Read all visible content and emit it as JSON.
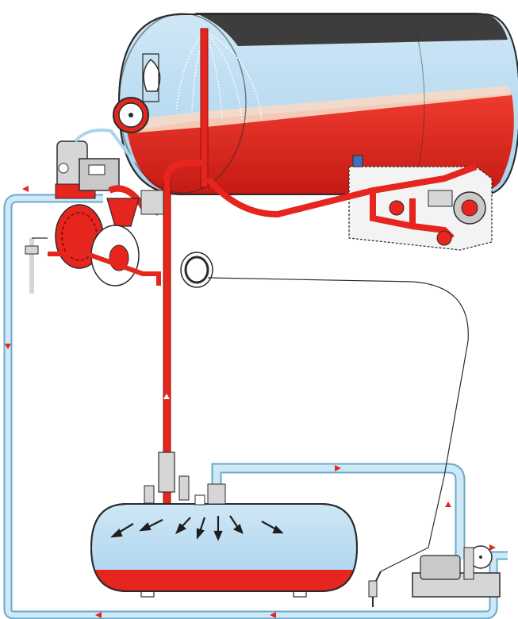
{
  "diagram": {
    "labels": [],
    "colors": {
      "liquid": "#e5251e",
      "liquid_dark": "#b81812",
      "tank_fill": "#bfe0f3",
      "tank_light": "#dbeefa",
      "foam": "#f7d9c7",
      "pipe_blue": "#a9d6ee",
      "pipe_blue_edge": "#6aa9cf",
      "outline": "#2b2b2b",
      "roof": "#3d3d3d",
      "metal": "#d6d6d6",
      "body_white": "#ffffff"
    },
    "components": [
      "main-tank",
      "spray-nozzles",
      "tank-dial-gauge",
      "suction-pipe",
      "filter-assembly",
      "pump-unit",
      "hose-reel",
      "cable-reel",
      "control-valve-block",
      "lower-tank",
      "flow-arrows",
      "return-pipe",
      "transfer-pump"
    ]
  }
}
